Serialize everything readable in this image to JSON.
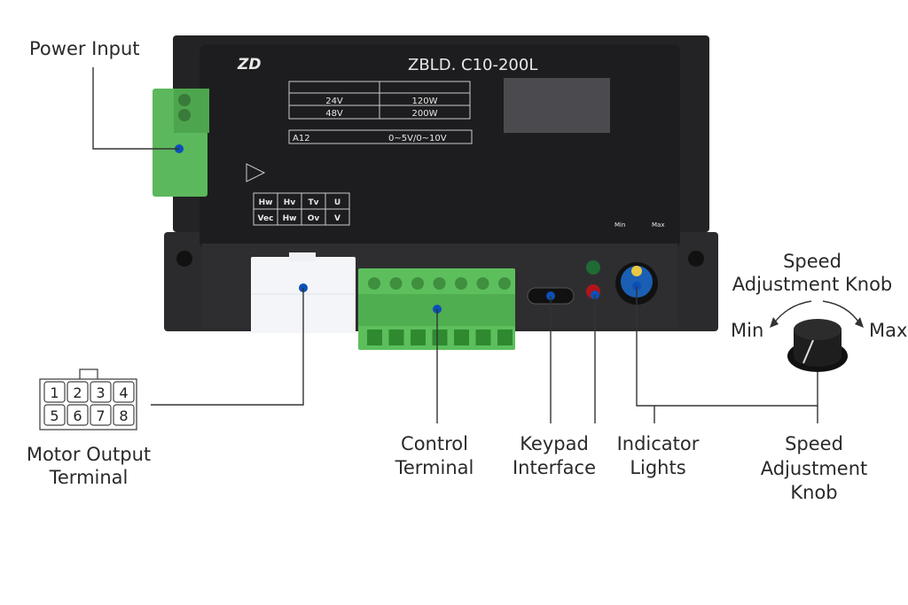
{
  "callouts": {
    "power_input": "Power Input",
    "motor_output": [
      "Motor Output",
      "Terminal"
    ],
    "control_terminal": [
      "Control",
      "Terminal"
    ],
    "keypad_interface": [
      "Keypad",
      "Interface"
    ],
    "indicator_lights": [
      "Indicator",
      "Lights"
    ],
    "speed_knob_bottom": [
      "Speed",
      "Adjustment",
      "Knob"
    ],
    "speed_knob_top": [
      "Speed",
      "Adjustment Knob"
    ],
    "min": "Min",
    "max": "Max"
  },
  "connector_pins": [
    "1",
    "2",
    "3",
    "4",
    "5",
    "6",
    "7",
    "8"
  ],
  "device": {
    "logo": "ZD",
    "model": "ZBLD. C10-200L",
    "spec_rows": [
      [
        "24V",
        "120W"
      ],
      [
        "48V",
        "200W"
      ]
    ],
    "analog_code": "A12",
    "analog_range": "0~5V/0~10V",
    "motor_pins": [
      "Hw",
      "Hv",
      "Tv",
      "U",
      "Vec",
      "Hw",
      "Ov",
      "V"
    ],
    "pot_min": "Min",
    "pot_max": "Max"
  },
  "colors": {
    "accent_dot": "#0b4fb8",
    "terminal_green": "#5cb85c",
    "housing": "#1d1d1f"
  }
}
